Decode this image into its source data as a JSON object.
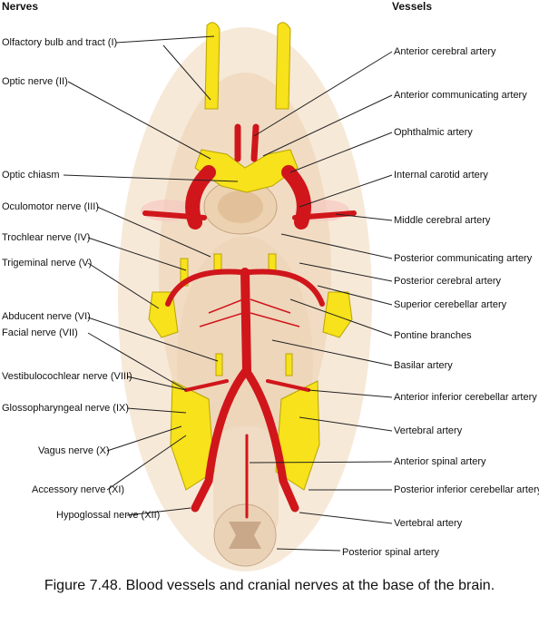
{
  "headers": {
    "left": "Nerves",
    "right": "Vessels"
  },
  "nerves": [
    "Olfactory bulb and tract (I)",
    "Optic nerve (II)",
    "Optic chiasm",
    "Oculomotor nerve (III)",
    "Trochlear nerve (IV)",
    "Trigeminal nerve (V)",
    "Abducent nerve (VI)",
    "Facial nerve (VII)",
    "Vestibulocochlear nerve (VIII)",
    "Glossopharyngeal nerve (IX)",
    "Vagus nerve (X)",
    "Accessory nerve (XI)",
    "Hypoglossal nerve (XII)"
  ],
  "vessels": [
    "Anterior cerebral artery",
    "Anterior communicating artery",
    "Ophthalmic artery",
    "Internal carotid artery",
    "Middle cerebral artery",
    "Posterior communicating artery",
    "Posterior cerebral artery",
    "Superior cerebellar artery",
    "Pontine branches",
    "Basilar artery",
    "Anterior inferior cerebellar artery",
    "Vertebral artery",
    "Anterior spinal artery",
    "Posterior inferior cerebellar artery",
    "Vertebral artery",
    "Posterior spinal artery"
  ],
  "caption": "Figure 7.48. Blood vessels and cranial nerves at the base of the brain.",
  "colors": {
    "nerve": "#f7e21b",
    "artery": "#d0161b",
    "brain": "#f3e0c8",
    "leader": "#222222"
  }
}
